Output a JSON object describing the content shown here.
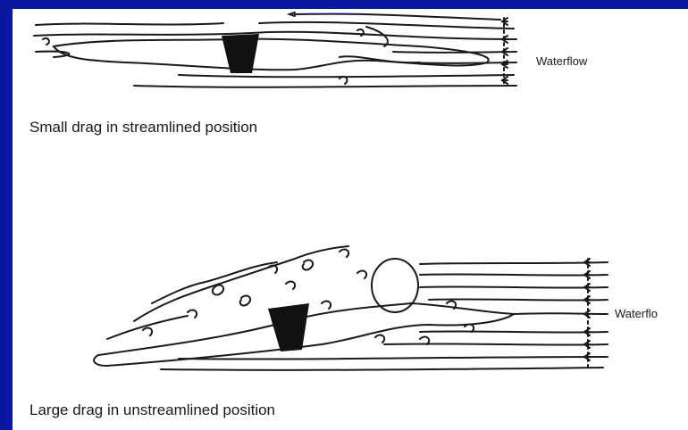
{
  "figure_top": {
    "flow_label": "Waterflow",
    "caption": "Small drag in streamlined position"
  },
  "figure_bottom": {
    "flow_label": "Waterflo",
    "caption": "Large drag in unstreamlined position"
  },
  "colors": {
    "background": "#0b1aa8",
    "panel": "#ffffff",
    "ink": "#1a1a1a"
  }
}
